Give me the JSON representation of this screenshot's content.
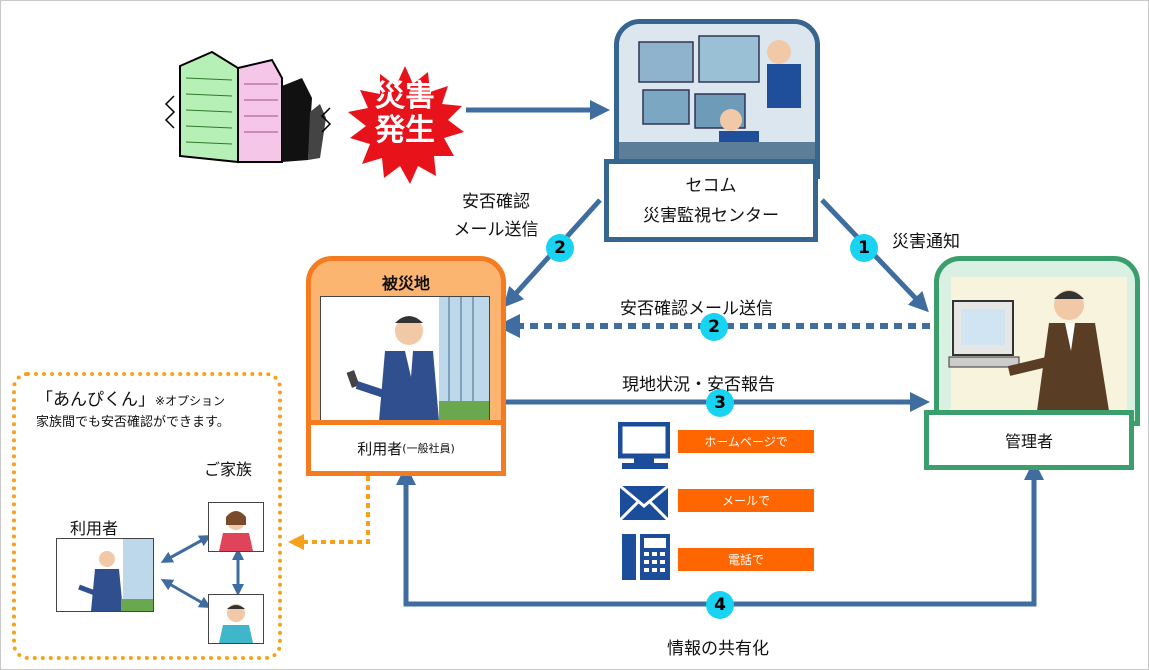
{
  "disaster_badge": {
    "line1": "災害",
    "line2": "発生"
  },
  "center": {
    "name_line1": "セコム",
    "name_line2": "災害監視センター"
  },
  "labels": {
    "mail_send_left_line1": "安否確認",
    "mail_send_left_line2": "メール送信",
    "disaster_notice": "災害通知",
    "mail_send_mid": "安否確認メール送信",
    "report": "現地状況・安否報告",
    "share": "情報の共有化"
  },
  "steps": {
    "s1": "1",
    "s2a": "2",
    "s2b": "2",
    "s3": "3",
    "s4": "4"
  },
  "affected": {
    "header": "被災地",
    "caption_main": "利用者",
    "caption_sub": "(一般社員)"
  },
  "admin": {
    "caption": "管理者"
  },
  "channels": {
    "web": "ホームページで",
    "mail": "メールで",
    "phone": "電話で"
  },
  "option_box": {
    "title_main": "「あんぴくん」",
    "title_note": "※オプション",
    "subtitle": "家族間でも安否確認ができます。",
    "user_label": "利用者",
    "family_label": "ご家族"
  },
  "colors": {
    "arrow_blue": "#3f6da0",
    "center_border": "#36658f",
    "affected_orange": "#f47b20",
    "admin_green": "#3a9e6d",
    "step_cyan": "#19d3f2",
    "dotted_orange": "#f7a11a",
    "badge_red": "#e8121b",
    "channel_orange": "#ff6600"
  }
}
